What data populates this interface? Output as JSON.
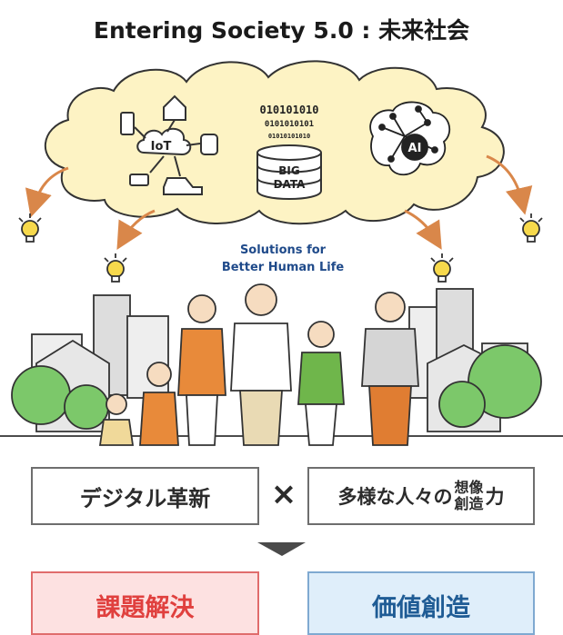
{
  "title": "Entering Society 5.0 : 未来社会",
  "cloud": {
    "iot_label": "IoT",
    "binary_line1": "010101010",
    "binary_line2": "0101010101",
    "binary_line3": "01010101010",
    "bigdata_line1": "BIG",
    "bigdata_line2": "DATA",
    "ai_label": "AI"
  },
  "solutions_line1": "Solutions for",
  "solutions_line2": "Better Human Life",
  "boxes": {
    "digital": "デジタル革新",
    "diverse_prefix": "多様な人々の",
    "diverse_top": "想像",
    "diverse_bottom": "創造",
    "diverse_suffix": "力",
    "times": "×",
    "problem": "課題解決",
    "value": "価値創造"
  },
  "colors": {
    "cloud_fill": "#fdf3c4",
    "arrow": "#d9874a",
    "problem_text": "#e0403e",
    "problem_fill": "#fde1e1",
    "value_text": "#1f5c95",
    "value_fill": "#dfeefa",
    "down_arrow": "#4a4a4a"
  }
}
